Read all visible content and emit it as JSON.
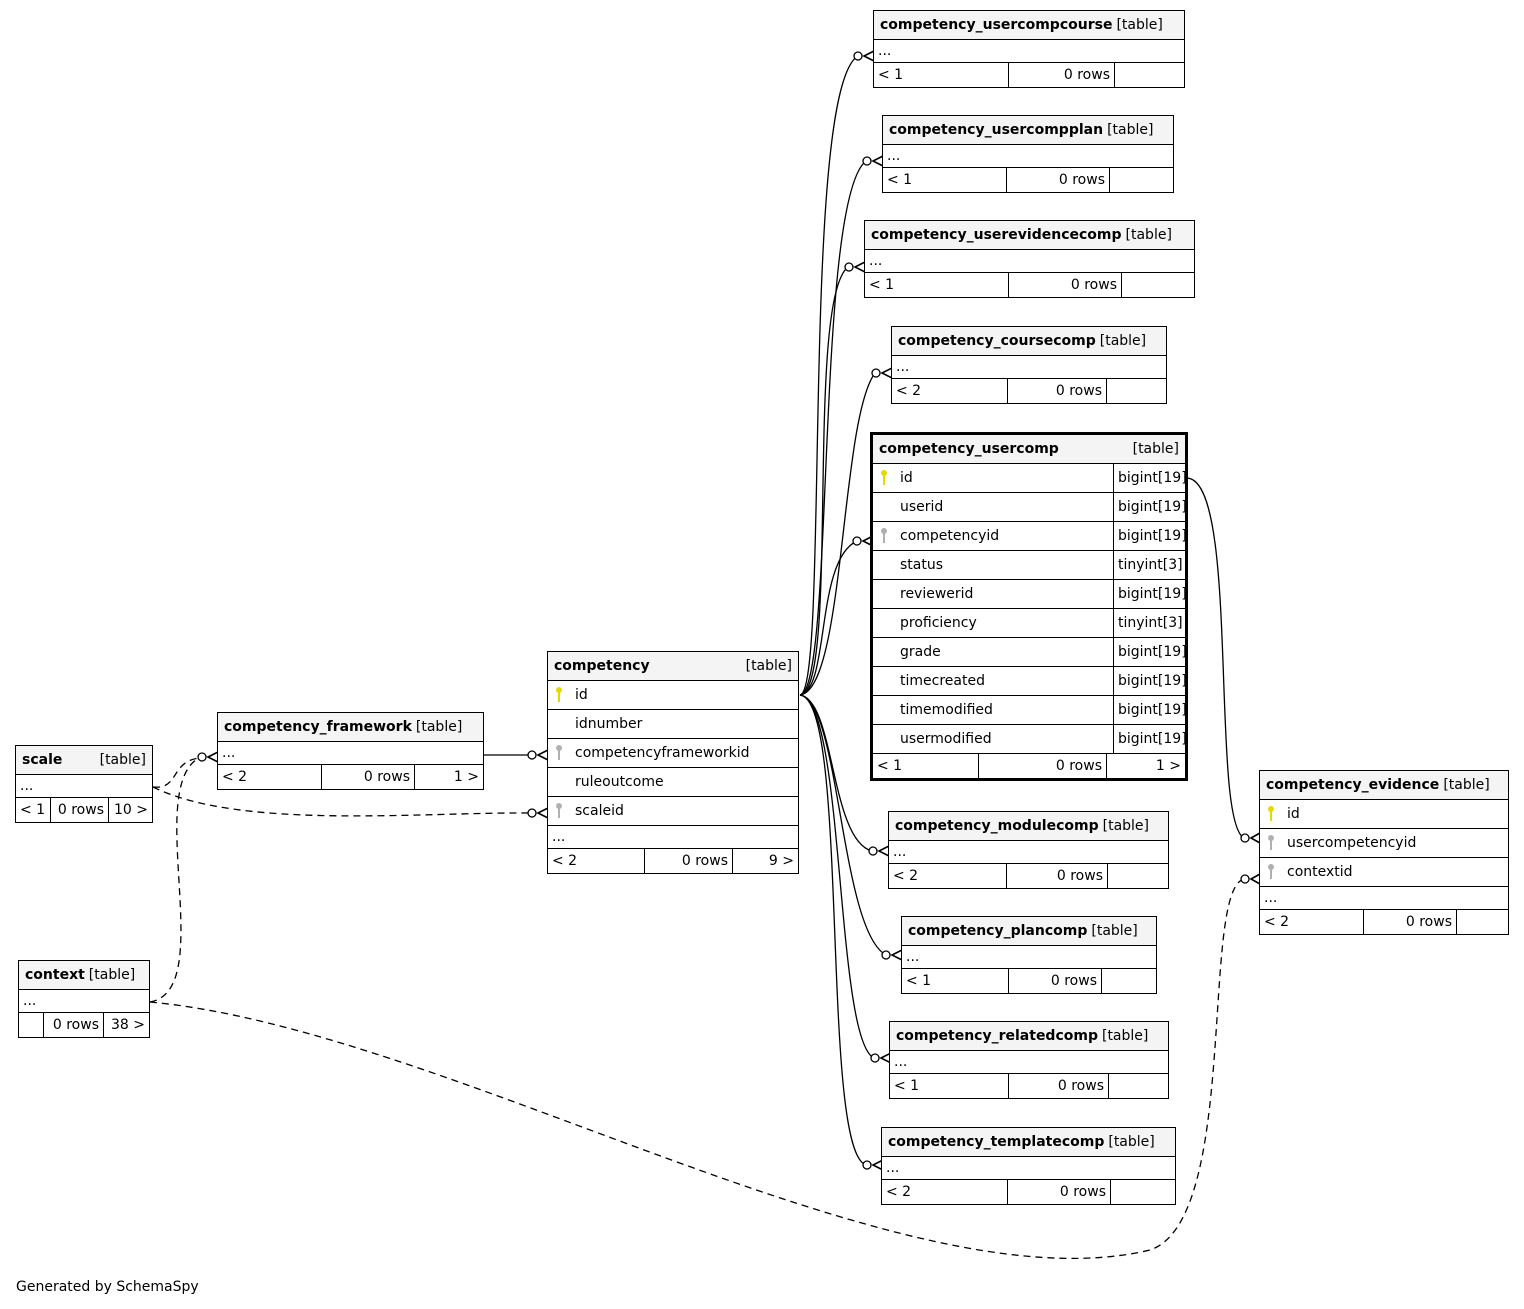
{
  "colors": {
    "primary_key": "#e8d800",
    "foreign_key": "#b0b0b0",
    "header_bg": "#f4f4f4",
    "line": "#000000"
  },
  "footer": {
    "generated_by": "Generated by SchemaSpy"
  },
  "tables": {
    "competency_usercompcourse": {
      "name": "competency_usercompcourse",
      "type": "[table]",
      "ellipsis": "...",
      "parents": "< 1",
      "rows": "0 rows",
      "children": ""
    },
    "competency_usercompplan": {
      "name": "competency_usercompplan",
      "type": "[table]",
      "ellipsis": "...",
      "parents": "< 1",
      "rows": "0 rows",
      "children": ""
    },
    "competency_userevidencecomp": {
      "name": "competency_userevidencecomp",
      "type": "[table]",
      "ellipsis": "...",
      "parents": "< 1",
      "rows": "0 rows",
      "children": ""
    },
    "competency_coursecomp": {
      "name": "competency_coursecomp",
      "type": "[table]",
      "ellipsis": "...",
      "parents": "< 2",
      "rows": "0 rows",
      "children": ""
    },
    "competency_usercomp": {
      "name": "competency_usercomp",
      "type": "[table]",
      "columns": [
        {
          "name": "id",
          "type": "bigint[19]",
          "key": "pk-icon"
        },
        {
          "name": "userid",
          "type": "bigint[19]",
          "key": ""
        },
        {
          "name": "competencyid",
          "type": "bigint[19]",
          "key": "fk-icon"
        },
        {
          "name": "status",
          "type": "tinyint[3]",
          "key": ""
        },
        {
          "name": "reviewerid",
          "type": "bigint[19]",
          "key": ""
        },
        {
          "name": "proficiency",
          "type": "tinyint[3]",
          "key": ""
        },
        {
          "name": "grade",
          "type": "bigint[19]",
          "key": ""
        },
        {
          "name": "timecreated",
          "type": "bigint[19]",
          "key": ""
        },
        {
          "name": "timemodified",
          "type": "bigint[19]",
          "key": ""
        },
        {
          "name": "usermodified",
          "type": "bigint[19]",
          "key": ""
        }
      ],
      "parents": "< 1",
      "rows": "0 rows",
      "children": "1 >"
    },
    "competency_modulecomp": {
      "name": "competency_modulecomp",
      "type": "[table]",
      "ellipsis": "...",
      "parents": "< 2",
      "rows": "0 rows",
      "children": ""
    },
    "competency_plancomp": {
      "name": "competency_plancomp",
      "type": "[table]",
      "ellipsis": "...",
      "parents": "< 1",
      "rows": "0 rows",
      "children": ""
    },
    "competency_relatedcomp": {
      "name": "competency_relatedcomp",
      "type": "[table]",
      "ellipsis": "...",
      "parents": "< 1",
      "rows": "0 rows",
      "children": ""
    },
    "competency_templatecomp": {
      "name": "competency_templatecomp",
      "type": "[table]",
      "ellipsis": "...",
      "parents": "< 2",
      "rows": "0 rows",
      "children": ""
    },
    "competency": {
      "name": "competency",
      "type": "[table]",
      "columns": [
        {
          "name": "id",
          "key": "pk-icon"
        },
        {
          "name": "idnumber",
          "key": ""
        },
        {
          "name": "competencyframeworkid",
          "key": "fk-icon"
        },
        {
          "name": "ruleoutcome",
          "key": ""
        },
        {
          "name": "scaleid",
          "key": "fk-icon"
        }
      ],
      "ellipsis": "...",
      "parents": "< 2",
      "rows": "0 rows",
      "children": "9 >"
    },
    "competency_framework": {
      "name": "competency_framework",
      "type": "[table]",
      "ellipsis": "...",
      "parents": "< 2",
      "rows": "0 rows",
      "children": "1 >"
    },
    "scale": {
      "name": "scale",
      "type": "[table]",
      "ellipsis": "...",
      "parents": "< 1",
      "rows": "0 rows",
      "children": "10 >"
    },
    "context": {
      "name": "context",
      "type": "[table]",
      "ellipsis": "...",
      "parents": "",
      "rows": "0 rows",
      "children": "38 >"
    },
    "competency_evidence": {
      "name": "competency_evidence",
      "type": "[table]",
      "columns": [
        {
          "name": "id",
          "key": "pk-icon"
        },
        {
          "name": "usercompetencyid",
          "key": "fk-icon"
        },
        {
          "name": "contextid",
          "key": "fk-icon"
        }
      ],
      "ellipsis": "...",
      "parents": "< 2",
      "rows": "0 rows",
      "children": ""
    }
  }
}
